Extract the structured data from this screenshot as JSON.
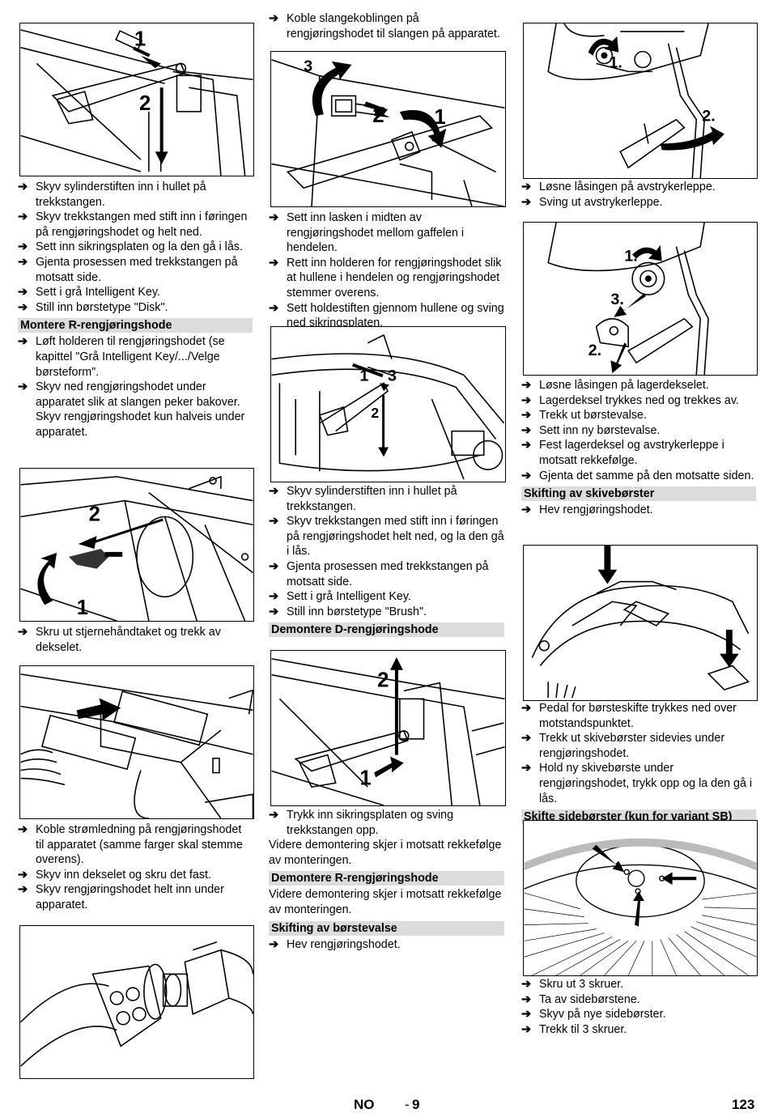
{
  "col1": {
    "fig1_labels": [
      "1",
      "2"
    ],
    "block1": [
      "Skyv sylinderstiften inn i hullet på trekkstangen.",
      "Skyv trekkstangen med stift inn i føringen på rengjøringshodet og helt ned.",
      "Sett inn sikringsplaten og la den gå i lås.",
      "Gjenta prosessen med trekkstangen på motsatt side.",
      "Sett i grå Intelligent Key.",
      "Still inn børstetype \"Disk\"."
    ],
    "heading1": "Montere R-rengjøringshode",
    "block2": [
      "Løft holderen til rengjøringshodet (se kapittel \"Grå Intelligent Key/.../Velge børsteform\".",
      "Skyv ned rengjøringshodet under apparatet slik at slangen peker bakover. Skyv rengjøringshodet kun halveis under apparatet."
    ],
    "fig2_labels": [
      "2",
      "1"
    ],
    "block3": [
      "Skru ut stjernehåndtaket og trekk av dekselet."
    ],
    "block4": [
      "Koble strømledning på rengjøringshodet til apparatet (samme farger skal stemme overens).",
      "Skyv inn dekselet og skru det fast.",
      "Skyv rengjøringshodet helt inn under apparatet."
    ]
  },
  "col2": {
    "block0": [
      "Koble slangekoblingen på rengjøringshodet til slangen på apparatet."
    ],
    "fig1_labels": [
      "3",
      "2",
      "1"
    ],
    "block1": [
      "Sett inn lasken i midten av rengjøringshodet mellom gaffelen i hendelen.",
      "Rett inn holderen for rengjøringshodet slik at hullene i hendelen og rengjøringshodet stemmer overens.",
      "Sett holdestiften gjennom hullene og sving ned sikringsplaten."
    ],
    "fig2_labels": [
      "1",
      "3",
      "2"
    ],
    "block2": [
      "Skyv sylinderstiften inn i hullet på trekkstangen.",
      "Skyv trekkstangen med stift inn i føringen på rengjøringshodet helt ned, og la den gå i lås.",
      "Gjenta prosessen med trekkstangen på motsatt side.",
      "Sett i grå Intelligent Key.",
      "Still inn børstetype \"Brush\"."
    ],
    "heading1": "Demontere D-rengjøringshode",
    "fig3_labels": [
      "2",
      "1"
    ],
    "block3": [
      "Trykk inn sikringsplaten og sving trekkstangen opp."
    ],
    "para1": "Videre demontering skjer i motsatt rekkefølge av monteringen.",
    "heading2": "Demontere R-rengjøringshode",
    "para2": "Videre demontering skjer i motsatt rekkefølge av monteringen.",
    "heading3": "Skifting av børstevalse",
    "block4": [
      "Hev rengjøringshodet."
    ]
  },
  "col3": {
    "fig1_labels": [
      "1.",
      "2."
    ],
    "block1": [
      "Løsne låsingen på avstrykerleppe.",
      "Sving ut avstrykerleppe."
    ],
    "fig2_labels": [
      "1.",
      "3.",
      "2."
    ],
    "block2": [
      "Løsne låsingen på lagerdekselet.",
      "Lagerdeksel trykkes ned og trekkes av.",
      "Trekk ut børstevalse.",
      "Sett inn ny børstevalse.",
      "Fest lagerdeksel og avstrykerleppe i motsatt rekkefølge.",
      "Gjenta det samme på den motsatte siden."
    ],
    "heading1": "Skifting av skivebørster",
    "block3": [
      "Hev rengjøringshodet."
    ],
    "block4": [
      "Pedal for børsteskifte trykkes ned over motstandspunktet.",
      "Trekk ut skivebørster sidevies under rengjøringshodet.",
      "Hold ny skivebørste under rengjøringshodet, trykk opp og la den gå i lås."
    ],
    "heading2": "Skifte sidebørster (kun for variant SB)",
    "block5": [
      "Skru ut 3 skruer.",
      "Ta av sidebørstene.",
      "Skyv på nye sidebørster.",
      "Trekk til 3 skruer."
    ]
  },
  "footer": {
    "lang": "NO",
    "sep": "-",
    "page_local": "9",
    "page": "123"
  },
  "arrow_glyph": "➔"
}
